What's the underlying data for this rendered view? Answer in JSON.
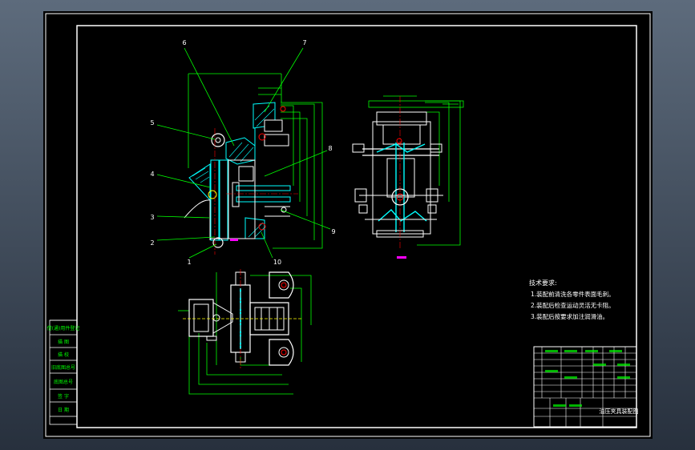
{
  "viewport": {
    "bg_top": "#5d6b7c",
    "bg_bottom": "#27303d",
    "paper_color": "#000000"
  },
  "colors": {
    "frame": "#ffffff",
    "dimension": "#00ff00",
    "section_hatch": "#00ffff",
    "leader": "#00ff00",
    "hidden_line": "#ffff00",
    "center_mark": "#ff0000",
    "cad_mark": "#ff00ff",
    "stamp_text": "#00ff00"
  },
  "balloons": [
    "1",
    "2",
    "3",
    "4",
    "5",
    "6",
    "7",
    "8",
    "9",
    "10"
  ],
  "tech_requirements": {
    "heading": "技术要求:",
    "lines": [
      "1.装配前清洗各零件表面毛刺。",
      "2.装配后检查运动灵活无卡阻。",
      "3.装配后按要求加注润滑油。"
    ]
  },
  "left_stamp": {
    "rows": [
      "借(通)用件登记",
      "描 图",
      "描 校",
      "旧底图总号",
      "底图总号",
      "签 字",
      "日 期"
    ]
  },
  "title_block": {
    "drawing_name": "油压夹具装配图"
  }
}
